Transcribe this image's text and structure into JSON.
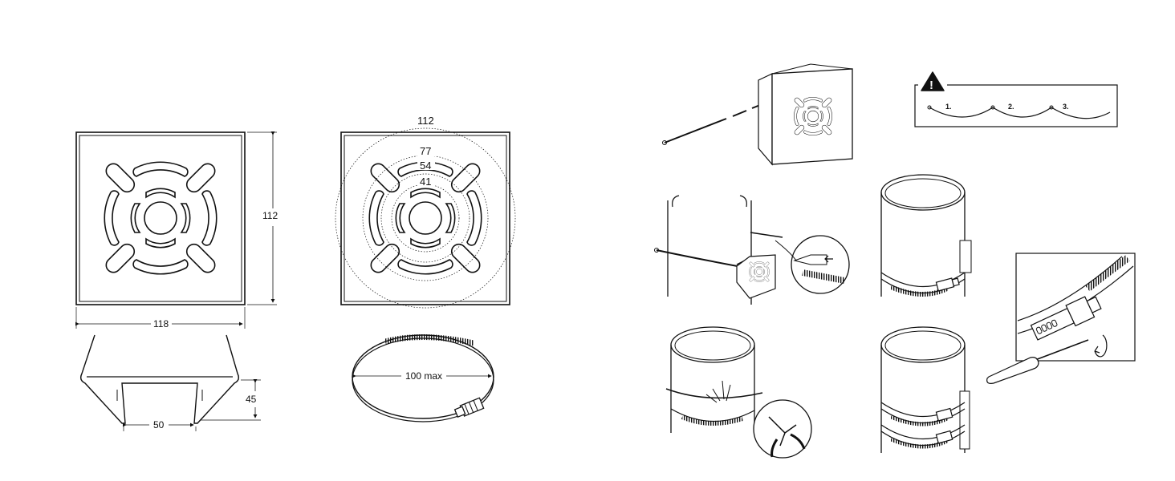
{
  "dimensions": {
    "plate_height": "112",
    "plate_width": "118",
    "bracket_depth": "45",
    "bracket_gap": "50",
    "outer_circle": "112",
    "circle_77": "77",
    "circle_54": "54",
    "circle_41": "41",
    "clamp_max": "100 max"
  },
  "warning": {
    "icon": "warning-triangle-icon",
    "symbol": "!",
    "steps": [
      "1.",
      "2.",
      "3."
    ]
  },
  "colors": {
    "line": "#111111",
    "background": "#ffffff"
  }
}
